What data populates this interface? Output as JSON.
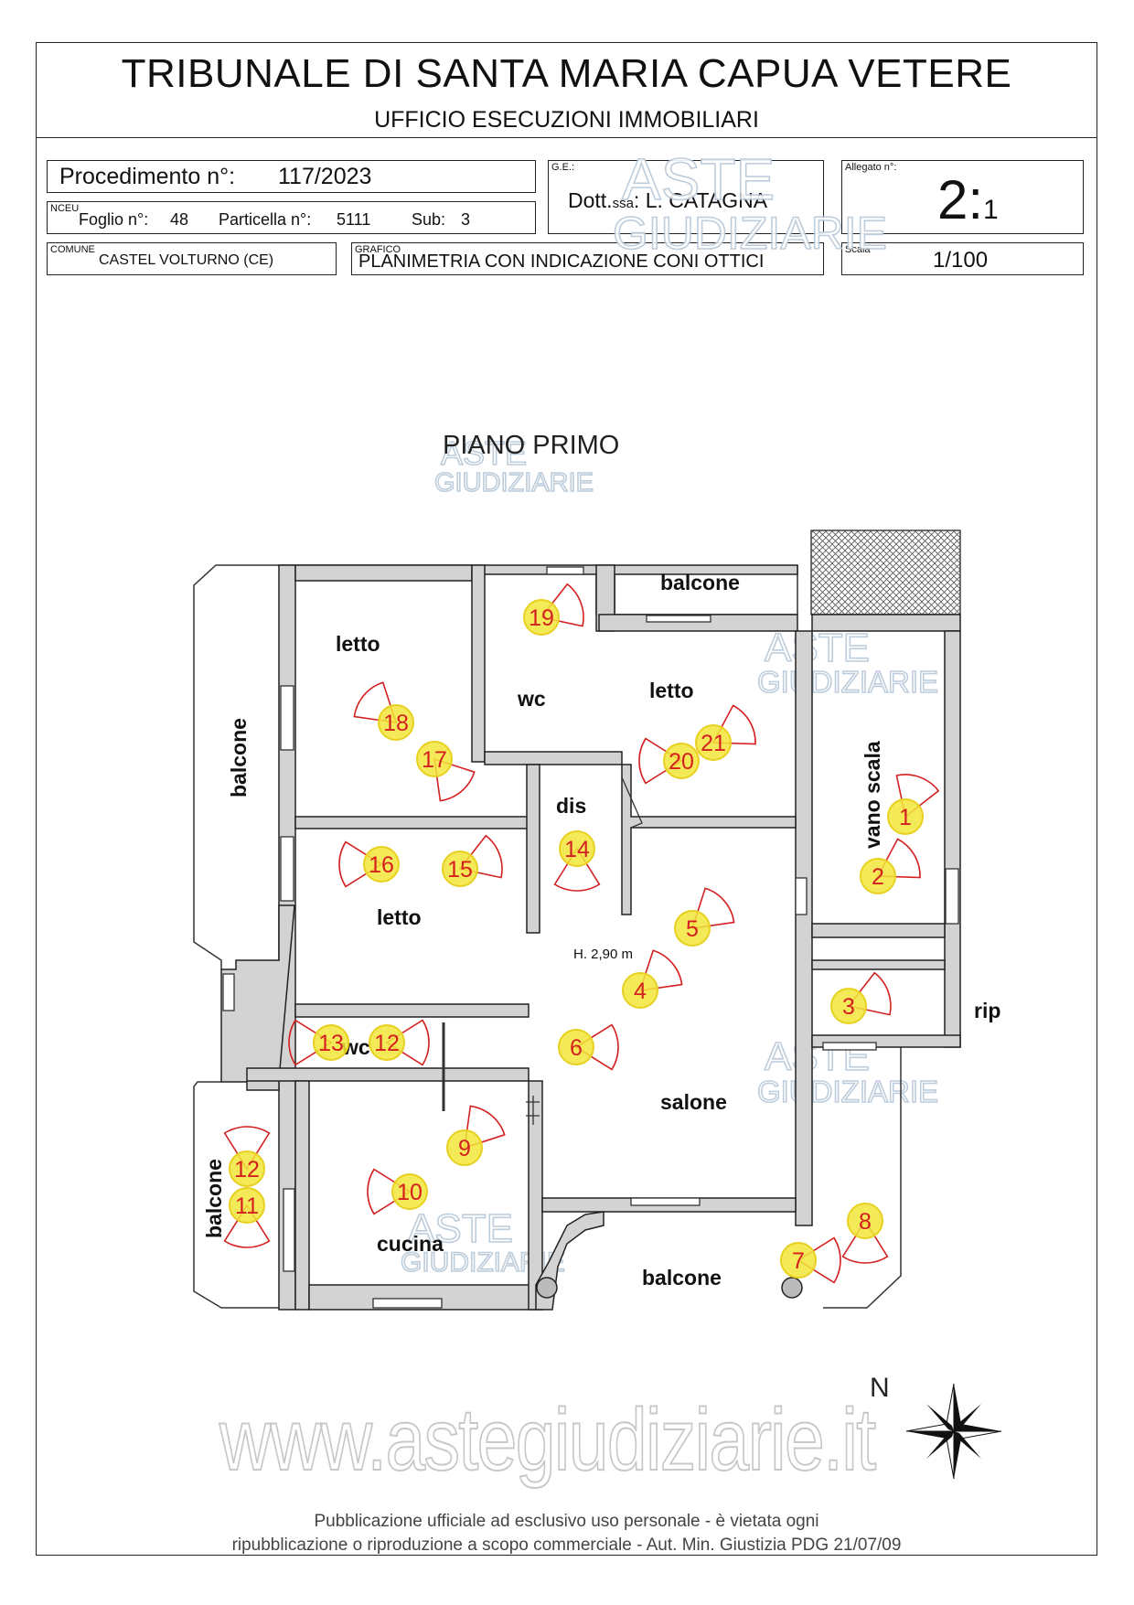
{
  "header": {
    "title": "TRIBUNALE DI SANTA MARIA CAPUA VETERE",
    "subtitle": "UFFICIO ESECUZIONI IMMOBILIARI"
  },
  "info": {
    "procedimento_label": "Procedimento n°:",
    "procedimento_value": "117/2023",
    "nceu_tag": "NCEU",
    "foglio_label": "Foglio n°:",
    "foglio_value": "48",
    "particella_label": "Particella n°:",
    "particella_value": "5111",
    "sub_label": "Sub:",
    "sub_value": "3",
    "comune_tag": "COMUNE",
    "comune_value": "CASTEL VOLTURNO  (CE)",
    "ge_tag": "G.E.:",
    "ge_prefix": "Dott.",
    "ge_ssa": "ssa",
    "ge_name": ": L. CATAGNA",
    "grafico_tag": "GRAFICO",
    "grafico_value": "PLANIMETRIA CON INDICAZIONE CONI OTTICI",
    "allegato_tag": "Allegato n°:",
    "allegato_main": "2:",
    "allegato_sub": "1",
    "scala_tag": "Scala",
    "scala_value": "1/100"
  },
  "plan": {
    "floor_title": "PIANO PRIMO",
    "height_label": "H. 2,90 m",
    "north_label": "N",
    "accent_color": "#d42020",
    "marker_fill": "#f2e63a",
    "rooms": [
      {
        "label": "letto",
        "bold": true
      },
      {
        "label": "wc",
        "bold": true
      },
      {
        "label": "letto",
        "bold": true
      },
      {
        "label": "balcone",
        "bold": true
      },
      {
        "label": "balcone",
        "bold": true
      },
      {
        "label": "vano scala",
        "bold": true
      },
      {
        "label": "dis",
        "bold": true
      },
      {
        "label": "letto",
        "bold": true
      },
      {
        "label": "rip",
        "bold": true
      },
      {
        "label": "wc",
        "bold": true
      },
      {
        "label": "salone",
        "bold": true
      },
      {
        "label": "balcone",
        "bold": true
      },
      {
        "label": "cucina",
        "bold": true
      },
      {
        "label": "balcone",
        "bold": true
      }
    ],
    "markers": [
      {
        "n": "1"
      },
      {
        "n": "2"
      },
      {
        "n": "3"
      },
      {
        "n": "4"
      },
      {
        "n": "5"
      },
      {
        "n": "6"
      },
      {
        "n": "7"
      },
      {
        "n": "8"
      },
      {
        "n": "9"
      },
      {
        "n": "10"
      },
      {
        "n": "11"
      },
      {
        "n": "12"
      },
      {
        "n": "12"
      },
      {
        "n": "13"
      },
      {
        "n": "14"
      },
      {
        "n": "15"
      },
      {
        "n": "16"
      },
      {
        "n": "17"
      },
      {
        "n": "18"
      },
      {
        "n": "19"
      },
      {
        "n": "20"
      },
      {
        "n": "21"
      }
    ]
  },
  "watermarks": {
    "aste": "ASTE",
    "giudiziarie": "GIUDIZIARIE",
    "url": "www.astegiudiziarie.it"
  },
  "footer": {
    "line1": "Pubblicazione ufficiale ad esclusivo uso personale - è vietata ogni",
    "line2": "ripubblicazione o riproduzione a scopo commerciale - Aut. Min. Giustizia PDG 21/07/09"
  }
}
